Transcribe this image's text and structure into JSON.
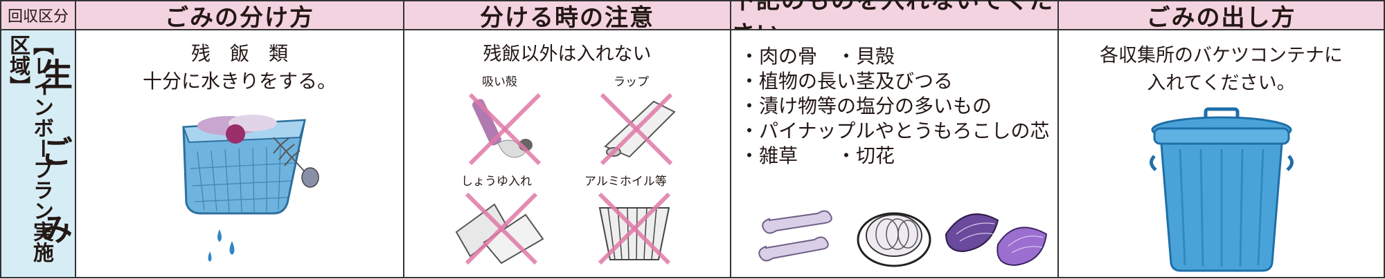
{
  "header": {
    "area_label": "回収区分",
    "col1": "ごみの分け方",
    "col2": "分ける時の注意",
    "col3": "下記のものを入れないでください",
    "col4": "ごみの出し方"
  },
  "side": {
    "area_name": "【レインボープラン実施区域】",
    "category": "生 ご み"
  },
  "col1": {
    "line1": "残　飯　類",
    "line2": "十分に水きりをする。"
  },
  "col2": {
    "heading": "残飯以外は入れない",
    "items": [
      "吸い殻",
      "ラップ",
      "しょうゆ入れ",
      "アルミホイル等"
    ]
  },
  "col3": {
    "items": [
      "・肉の骨　・貝殻",
      "・植物の長い茎及びつる",
      "・漬け物等の塩分の多いもの",
      "・パイナップルやとうもろこしの芯",
      "・雑草　　・切花"
    ]
  },
  "col4": {
    "line1": "各収集所のバケツコンテナに",
    "line2": "入れてください。"
  },
  "colors": {
    "header_bg": "#f4d3e0",
    "side_bg": "#d7edf5",
    "cross": "#e07aa8",
    "bin_blue": "#4aa3d8"
  }
}
